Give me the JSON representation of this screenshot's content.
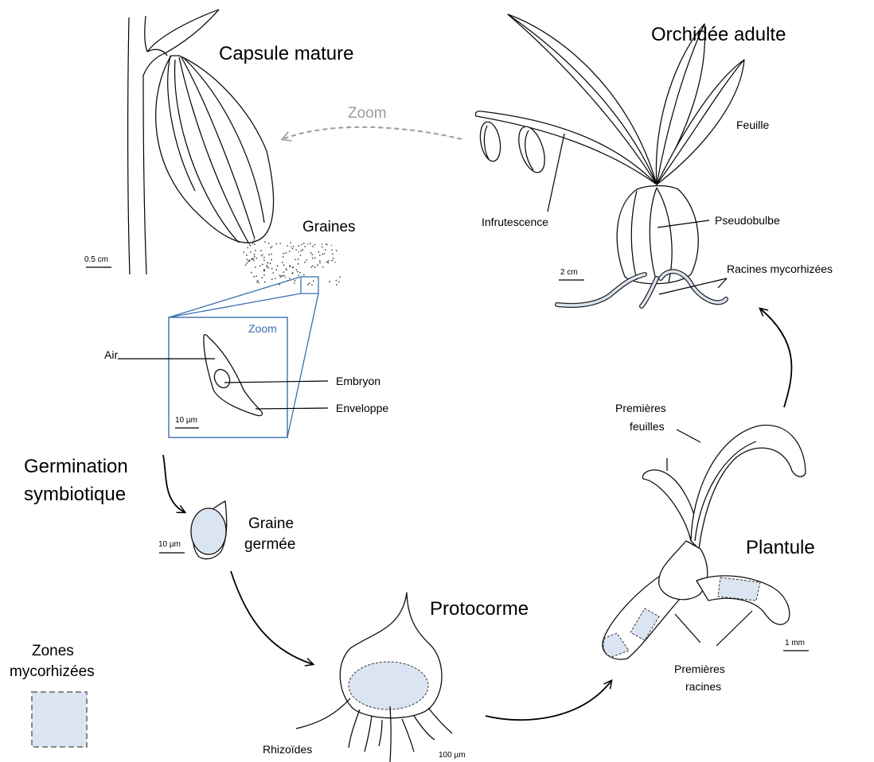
{
  "stages": {
    "capsule": "Capsule mature",
    "adult": "Orchidée adulte",
    "seeds": "Graines",
    "germination_line1": "Germination",
    "germination_line2": "symbiotique",
    "germinated_line1": "Graine",
    "germinated_line2": "germée",
    "protocorm": "Protocorme",
    "seedling": "Plantule"
  },
  "labels": {
    "zoom_top": "Zoom",
    "zoom_box": "Zoom",
    "leaf": "Feuille",
    "infructescence": "Infrutescence",
    "pseudobulb": "Pseudobulbe",
    "myco_roots": "Racines mycorhizées",
    "air": "Air",
    "embryo": "Embryon",
    "envelope": "Enveloppe",
    "first_leaves_line1": "Premières",
    "first_leaves_line2": "feuilles",
    "first_roots_line1": "Premières",
    "first_roots_line2": "racines",
    "rhizoids": "Rhizoïdes"
  },
  "scales": {
    "capsule": "0.5 cm",
    "adult": "2 cm",
    "seed": "10 µm",
    "germinated": "10 µm",
    "protocorm": "100 µm",
    "seedling": "1 mm"
  },
  "legend": {
    "title_line1": "Zones",
    "title_line2": "mycorhizées"
  },
  "colors": {
    "mycorrhizal_zone": "#dbe4f2",
    "zoom_blue": "#3b6fb0",
    "zoom_arrow_grey": "#9b9b9b"
  }
}
